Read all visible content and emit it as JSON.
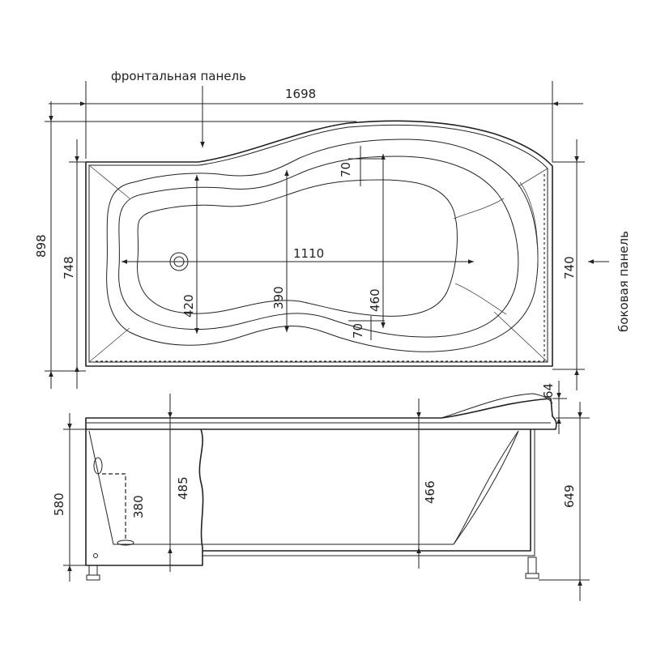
{
  "labels": {
    "front_panel": "фронтальная панель",
    "side_panel": "боковая панель"
  },
  "dimensions": {
    "overall_length": "1698",
    "overall_width": "898",
    "rim_width": "748",
    "right_width": "740",
    "inner_length": "1110",
    "inner_width_left": "420",
    "inner_width_middle": "390",
    "inner_width_right": "460",
    "rim_top": "70",
    "rim_bottom": "70",
    "rim_rise": "64",
    "depth_outer": "580",
    "drain_height": "380",
    "depth_left": "485",
    "depth_right": "466",
    "total_height": "649"
  }
}
